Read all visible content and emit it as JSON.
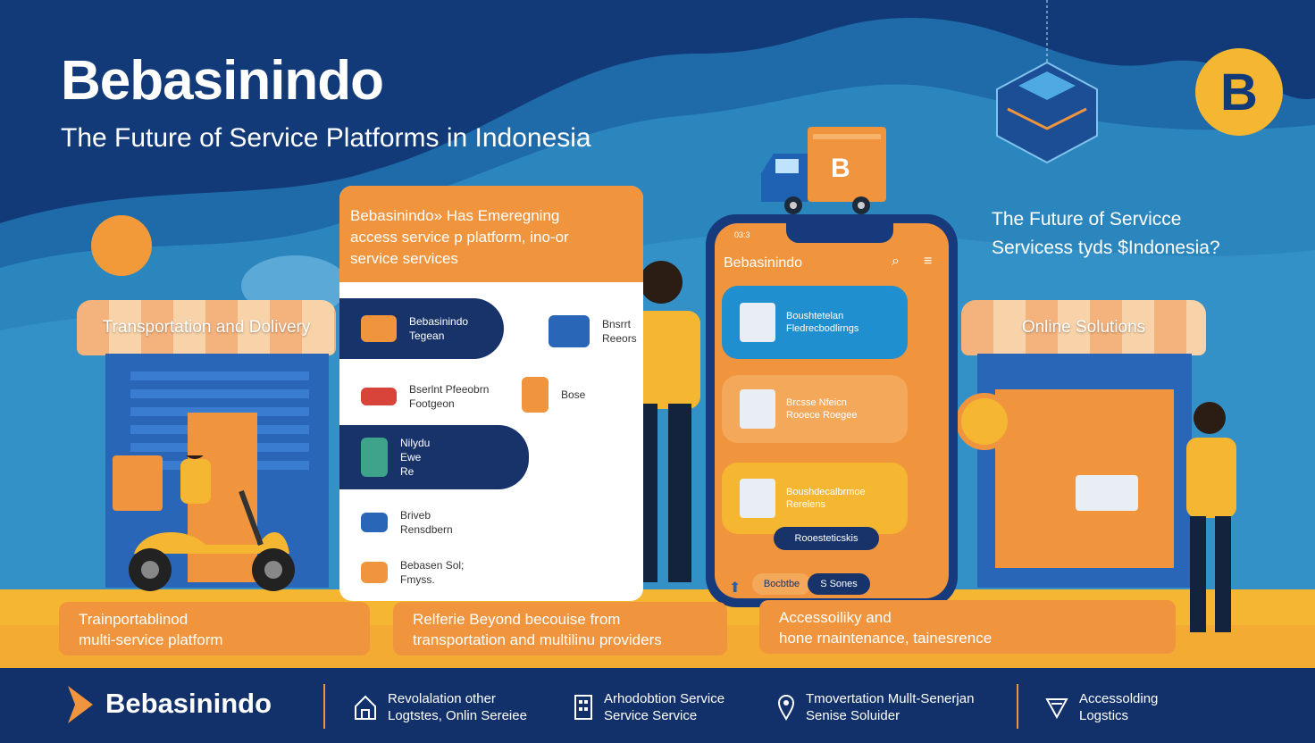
{
  "brand": {
    "title": "Bebasinindo",
    "subtitle": "The Future of Service Platforms in Indonesia",
    "logo_letter": "B",
    "accent_orange": "#f0953d",
    "accent_yellow": "#f5b731",
    "navy": "#12306a"
  },
  "right_question": {
    "line1": "The Future of  Servicce",
    "line2": "Servicess tyds $Indonesia?"
  },
  "truck": {
    "letter": "B"
  },
  "stalls": {
    "left_label": "Transportation and Dolivery",
    "right_label": "Online Solutions"
  },
  "panel": {
    "heading_line1": "Bebasinindo» Has Emeregning",
    "heading_line2": "access service p platform, ino-or",
    "heading_line3": "service services",
    "rows": [
      {
        "l1": "Bebasinindo",
        "l2": "Tegean",
        "icon": "people-icon"
      },
      {
        "l1": "Bnsrrt",
        "l2": "Reeors",
        "icon": "box-icon"
      },
      {
        "l1": "Bserlnt Pfeeobrn",
        "l2": "Footgeon",
        "icon": "car-icon"
      },
      {
        "l1": "Bose",
        "l2": "",
        "icon": "fridge-icon"
      },
      {
        "l1": "Nilydu",
        "l2": "Ewe",
        "l3": "Re",
        "icon": "building-icon"
      },
      {
        "l1": "Briveb",
        "l2": "Rensdbern",
        "icon": "van-icon"
      },
      {
        "l1": "Bebasen Sol;",
        "l2": "Fmyss.",
        "icon": "home-icon"
      }
    ]
  },
  "phone": {
    "status_time": "03:3",
    "app_title": "Bebasinindo",
    "cards": [
      {
        "l1": "Boushtetelan",
        "l2": "Fledrecbodlirngs"
      },
      {
        "l1": "Brcsse Nfeicn",
        "l2": "Rooece Roegee"
      },
      {
        "l1": "Boushdecalbrmoe",
        "l2": "Rerelens"
      }
    ],
    "cta_button": "Rooesteticskis",
    "bottom_left": "Bocbtbe",
    "bottom_right": "S Sones"
  },
  "tags": [
    {
      "l1": "Trainportablinod",
      "l2": "multi-service platform"
    },
    {
      "l1": "Relferie Beyond becouise from",
      "l2": "transportation and multilinu providers"
    },
    {
      "l1": "Accessoiliky and",
      "l2": "hone rnaintenance, tainesrence"
    }
  ],
  "footer": {
    "brand": "Bebasinindo",
    "items": [
      {
        "l1": "Revolalation  other",
        "l2": "Logtstes, Onlin Sereiee",
        "icon": "house-icon"
      },
      {
        "l1": "Arhodobtion Service",
        "l2": "Service Service",
        "icon": "building-icon"
      },
      {
        "l1": "Tmovertation Mullt-Senerjan",
        "l2": "Senise Soluider",
        "icon": "location-pin-icon"
      },
      {
        "l1": "Accessolding",
        "l2": "Logstics",
        "icon": "shield-icon"
      }
    ]
  }
}
